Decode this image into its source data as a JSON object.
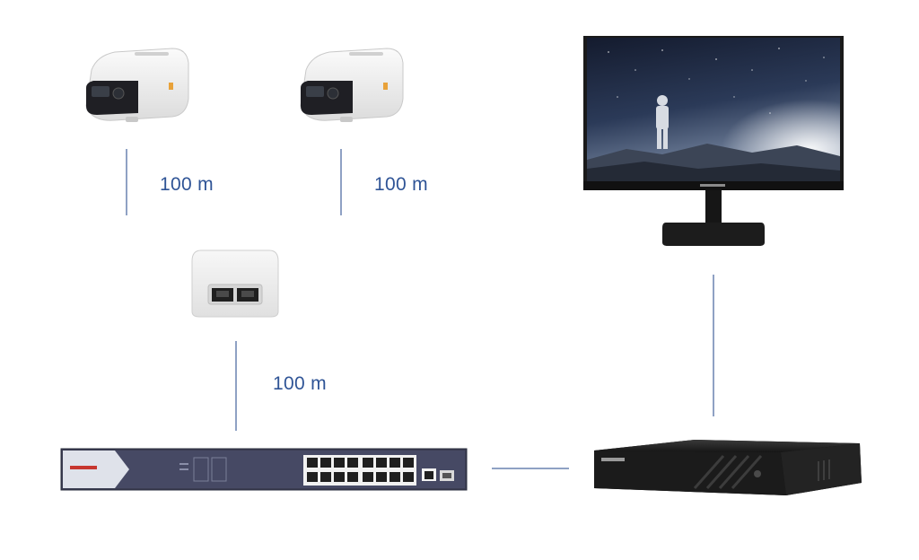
{
  "diagram": {
    "cable_labels": {
      "camera_1": "100 m",
      "camera_2": "100 m",
      "extender": "100 m"
    },
    "colors": {
      "connector": "#8fa1c4",
      "label_text": "#2f5496"
    },
    "devices": [
      {
        "name": "ip-camera-1",
        "icon": "bullet-camera-icon"
      },
      {
        "name": "ip-camera-2",
        "icon": "bullet-camera-icon"
      },
      {
        "name": "poe-extender",
        "icon": "poe-extender-icon"
      },
      {
        "name": "poe-switch",
        "icon": "network-switch-icon"
      },
      {
        "name": "nvr-recorder",
        "icon": "nvr-icon"
      },
      {
        "name": "monitor",
        "icon": "monitor-icon"
      }
    ]
  }
}
